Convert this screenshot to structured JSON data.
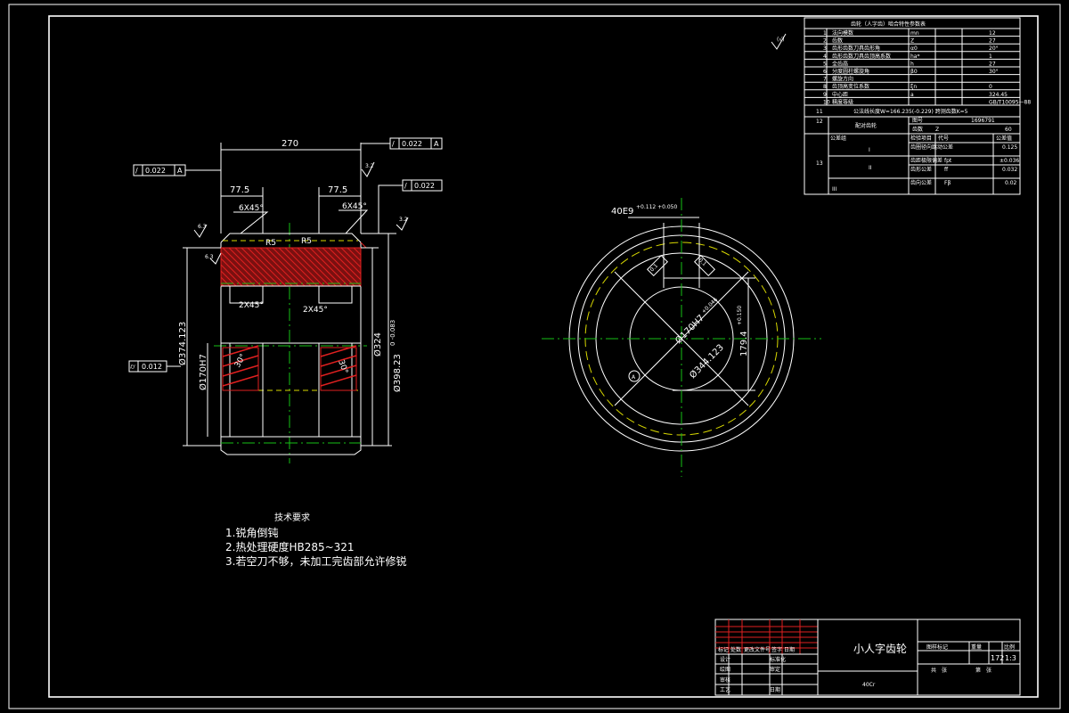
{
  "spec_table": {
    "title": "齿轮（人字齿）啮合特性参数表",
    "rows": [
      {
        "no": "1",
        "name": "法向模数",
        "sym": "mn",
        "val": "12"
      },
      {
        "no": "2",
        "name": "齿数",
        "sym": "Z",
        "val": "27"
      },
      {
        "no": "3",
        "name": "齿形齿数刀具齿形角",
        "sym": "α0",
        "val": "20°"
      },
      {
        "no": "4",
        "name": "齿形齿数刀具齿顶高系数",
        "sym": "ha*",
        "val": "1"
      },
      {
        "no": "5",
        "name": "全齿高",
        "sym": "h",
        "val": "27"
      },
      {
        "no": "6",
        "name": "分度圆柱螺旋角",
        "sym": "β0",
        "val": "30°"
      },
      {
        "no": "7",
        "name": "螺旋方向",
        "sym": "",
        "val": ""
      },
      {
        "no": "8",
        "name": "齿顶高变位系数",
        "sym": "ξn",
        "val": "0"
      },
      {
        "no": "9",
        "name": "中心距",
        "sym": "a",
        "val": "324.45"
      },
      {
        "no": "10",
        "name": "精度等级",
        "sym": "",
        "val": "GB/T10095—88"
      }
    ],
    "row11_no": "11",
    "row11_text": "公法线长度W=166.235(-0.229) 跨测齿数K=5",
    "row12_no": "12",
    "row12_label": "配对齿轮",
    "row12_items": [
      {
        "label": "图号",
        "val": "1696791"
      },
      {
        "label": "齿数",
        "val": "Z",
        "extra": "60"
      }
    ],
    "check_group_label": "公差组",
    "check_group_no": "13",
    "check_header": [
      "检验项目",
      "代号",
      "公差值"
    ],
    "groups": [
      {
        "id": "I",
        "item": "齿圈径向跳动公差",
        "code": "",
        "val": "0.125"
      },
      {
        "id": "II",
        "item": "齿距极限偏差",
        "code": "fpt",
        "val": "±0.036"
      },
      {
        "id": "",
        "item": "齿形公差",
        "code": "ff",
        "val": "0.032"
      },
      {
        "id": "III",
        "item": "齿向公差",
        "code": "Fβ",
        "val": "0.02"
      }
    ]
  },
  "roughness_note": "(√)",
  "left_view": {
    "dim_overall": "270",
    "dim_left": "77.5",
    "dim_right": "77.5",
    "chamfer_top_left": "6X45°",
    "chamfer_top_right": "6X45°",
    "chamfer_mid_left": "2X45°",
    "chamfer_mid_right": "2X45°",
    "r_left": "R5",
    "r_right": "R5",
    "runout_left": "0.022",
    "runout_left_ref": "A",
    "runout_top": "0.022",
    "runout_top_ref": "A",
    "runout_right": "0.022",
    "cyl_tol": "0.012",
    "dia_outer": "Ø374.123",
    "dia_bore": "Ø170H7",
    "dia_mid": "Ø324",
    "dia_tip": "Ø398.23",
    "dia_tip_tol": "0 -0.083",
    "angle_left": "30°",
    "angle_right": "30°",
    "rough_top": "3.2",
    "rough_left": "6.3",
    "rough_right": "3.2",
    "rough_side": "6.3"
  },
  "right_view": {
    "keyway_width": "40E9",
    "keyway_tol": "+0.112 +0.050",
    "bore_dia": "Ø170H7",
    "bore_tol": "+0.046",
    "key_depth": "179.4",
    "key_depth_tol": "+0.150",
    "root_dia": "Ø344.123",
    "flat_left": "0.1",
    "flat_right": "0.1",
    "ref_circle": "A"
  },
  "tech_req": {
    "title": "技术要求",
    "items": [
      "1.锐角倒钝",
      "2.热处理硬度HB285~321",
      "3.若空刀不够，未加工完齿部允许修锐"
    ]
  },
  "title_block": {
    "part_name": "小人字齿轮",
    "material": "40Cr",
    "labels": [
      "标记",
      "处数",
      "更改文件号",
      "签字",
      "日期"
    ],
    "rows_left": [
      "设计",
      "绘图",
      "审核",
      "工艺"
    ],
    "rows_mid": [
      "标准化",
      "审定",
      "日期"
    ],
    "right_head": [
      "图样标记",
      "重量",
      "比例"
    ],
    "scale": "1:3",
    "weight": "172",
    "sheet_total": "共　张",
    "sheet_no": "第　张"
  },
  "colors": {
    "line": "#ffffff",
    "hatch": "#e02020",
    "center": "#16c016",
    "pitch": "#d8d800",
    "background": "#000000"
  }
}
